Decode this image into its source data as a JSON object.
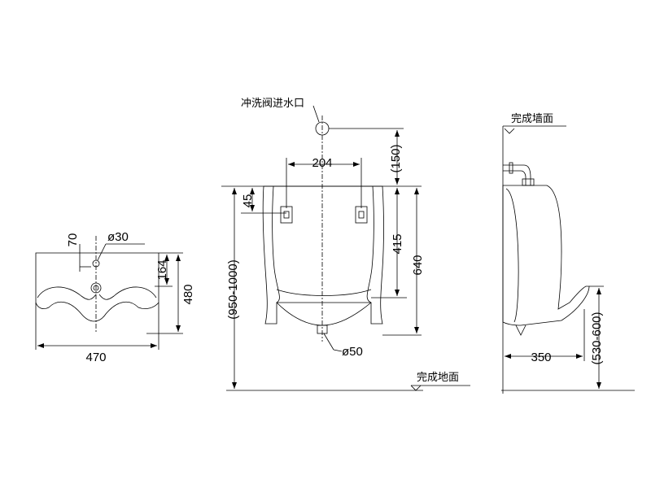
{
  "colors": {
    "line": "#000000",
    "background": "#ffffff"
  },
  "front_view": {
    "valve_inlet_label": "冲洗阀进水口",
    "dim_top_gap": "(150)",
    "dim_hanger_spacing": "204",
    "dim_hanger_offset": "45",
    "dim_inner_height": "415",
    "dim_total_height": "640",
    "dim_mount_height": "(950-1000)",
    "dim_outlet": "ø50",
    "floor_label": "完成地面"
  },
  "top_view": {
    "dim_hole_offset": "70",
    "dim_hole_dia": "ø30",
    "dim_depth_a": "164",
    "dim_depth_b": "480",
    "dim_width": "470"
  },
  "side_view": {
    "wall_label": "完成墙面",
    "dim_depth": "350",
    "dim_height": "(530-600)"
  }
}
